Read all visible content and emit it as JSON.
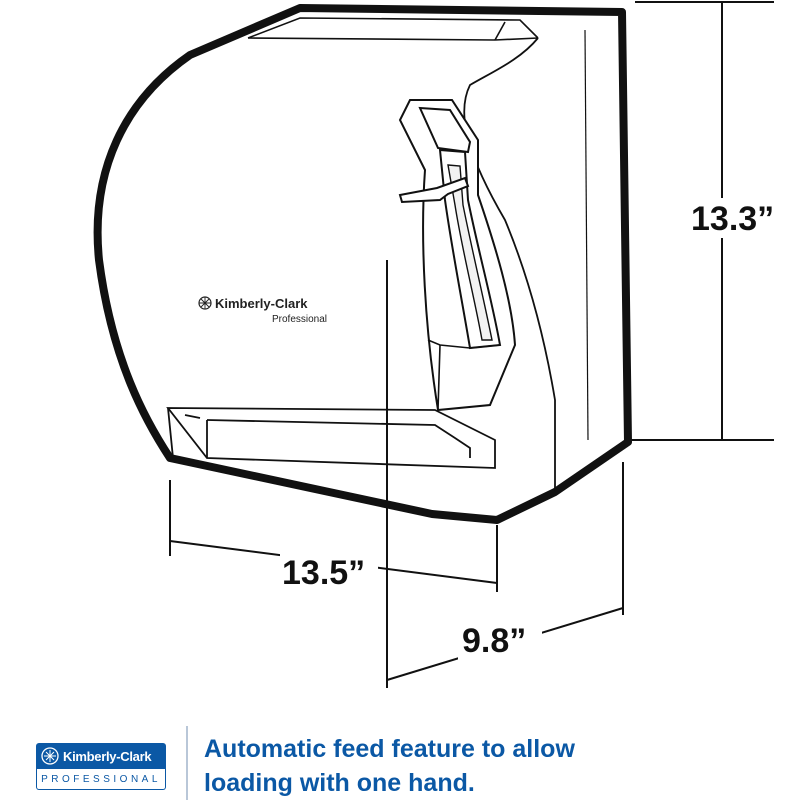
{
  "diagram": {
    "product_logo": {
      "brand": "Kimberly-Clark",
      "division": "Professional"
    },
    "dimensions": {
      "height": "13.3”",
      "width": "13.5”",
      "depth": "9.8”"
    }
  },
  "footer": {
    "brand_name": "Kimberly-Clark",
    "brand_division": "PROFESSIONAL",
    "brand_color": "#0b58a5",
    "caption_line1": "Automatic feed feature to allow",
    "caption_line2": "loading with one hand."
  }
}
